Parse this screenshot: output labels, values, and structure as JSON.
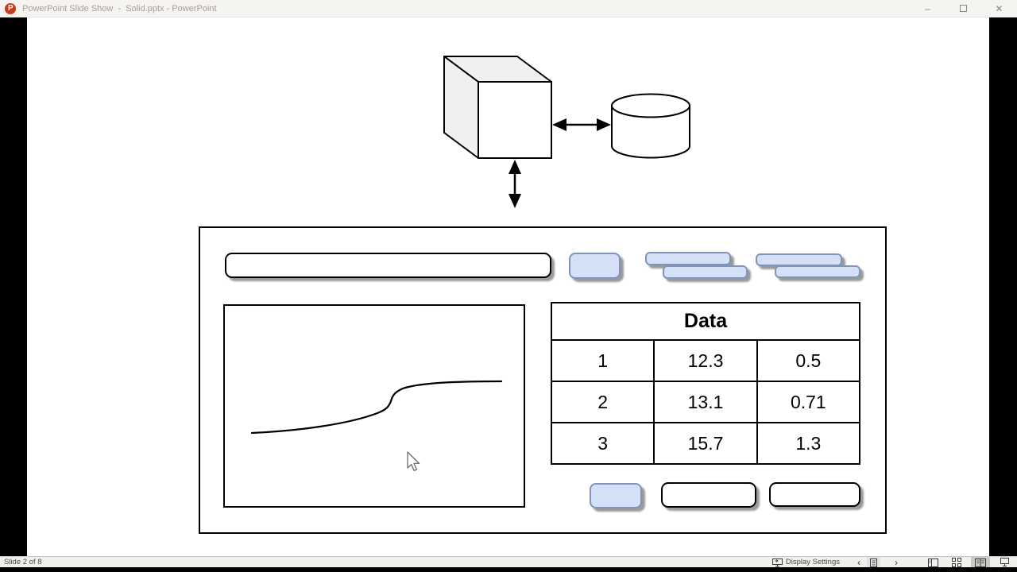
{
  "window": {
    "title": "PowerPoint Slide Show  -  Solid.pptx - PowerPoint",
    "controls": {
      "minimize": "–",
      "close": "✕"
    }
  },
  "statusbar": {
    "slide_indicator": "Slide 2 of 8",
    "display_settings": "Display Settings",
    "prev": "‹",
    "next": "›"
  },
  "slide": {
    "table": {
      "title": "Data",
      "rows": [
        [
          "1",
          "12.3",
          "0.5"
        ],
        [
          "2",
          "13.1",
          "0.71"
        ],
        [
          "3",
          "15.7",
          "1.3"
        ]
      ]
    },
    "colors": {
      "accent_fill": "#d4e0f6",
      "accent_border": "#8094b8",
      "shadow": "#9a9a9a",
      "powerpoint_red": "#c43e1c"
    }
  }
}
